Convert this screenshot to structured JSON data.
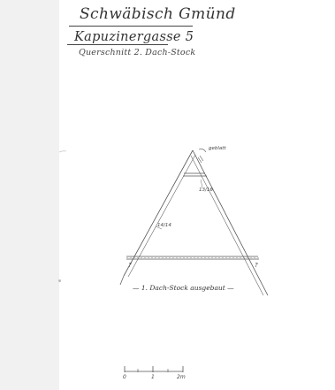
{
  "header": {
    "city": "Schwäbisch Gmünd",
    "street": "Kapuzinergasse 5",
    "sheet": "Querschnitt 2. Dach-Stock"
  },
  "drawing": {
    "annotation_peak": "geblatt",
    "label_collar_beam": "13/16",
    "label_rafter": "14/14",
    "question_left": "?",
    "question_right": "?",
    "caption": "— 1. Dach-Stock ausgebaut —"
  },
  "scale_bar": {
    "labels": [
      "0",
      "1",
      "2m"
    ]
  }
}
